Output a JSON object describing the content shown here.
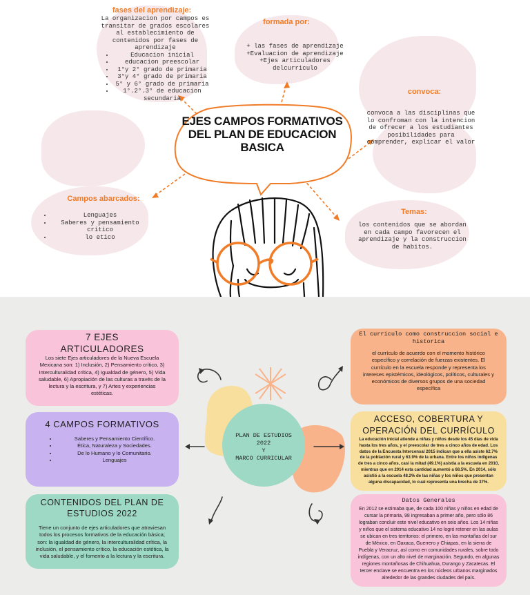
{
  "top": {
    "central_title": "EJES CAMPOS FORMATIVOS DEL PLAN DE EDUCACION BASICA",
    "fases": {
      "title": "fases del aprendizaje:",
      "intro": "La organizacion por campos es transitar de grados escolares al establecimiento de contenidos por fases de aprendizaje",
      "items": [
        "Educacion inicial",
        "educacion preescolar",
        "1°y 2° grado de primaria",
        "3°y 4° grado de primaria",
        "5° y 6° grado de primaria",
        "1°.2°.3° de educacion secundaria"
      ]
    },
    "formada": {
      "title": "formada por:",
      "items": [
        "+ las fases de aprendizaje",
        "+Evaluacion de aprendizaje",
        "+Ejes articuladores delcurriculo"
      ]
    },
    "convoca": {
      "title": "convoca:",
      "text": "convoca a las disciplinas que lo confroman con la intencion de ofrecer a los estudiantes posibilidades para comprender, explicar el valor"
    },
    "campos": {
      "title": "Campos abarcados:",
      "items": [
        "Lenguajes",
        "Saberes y pensamiento critico",
        "lo etico"
      ]
    },
    "temas": {
      "title": "Temas:",
      "text": "los contenidos que se abordan en cada campo favorecen el aprendizaje y la construccion de habitos."
    }
  },
  "bottom": {
    "center": [
      "PLAN DE ESTUDIOS",
      "2022",
      "Y",
      "MARCO CURRICULAR"
    ],
    "ejes": {
      "title": "7 EJES ARTICULADORES",
      "text": "Los siete Ejes articuladores de la Nueva Escuela Mexicana son: 1) Inclusión, 2) Pensamiento crítico, 3) Interculturalidad crítica, 4) Igualdad de género, 5) Vida saludable, 6) Apropiación de las culturas a través de la lectura y la escritura, y 7) Artes y experiencias estéticas."
    },
    "campos": {
      "title": "4 CAMPOS FORMATIVOS",
      "items": [
        "Saberes y Pensamiento Científico.",
        "Ética, Naturaleza y Sociedades.",
        "De lo Humano y lo Comunitario.",
        "Lenguajes"
      ]
    },
    "contenidos": {
      "title": "CONTENIDOS DEL PLAN DE ESTUDIOS 2022",
      "text": "Tiene un conjunto de ejes articuladores que atraviesan todos los procesos formativos de la educación básica; son: la igualdad de género, la interculturalidad crítica, la inclusión, el pensamiento crítico, la educación estética, la vida saludable, y el fomento a la lectura y la escritura."
    },
    "curriculo": {
      "title": "El curriculo como construccion social e historica",
      "text": "el currículo de acuerdo con el momento histórico específico y correlación de fuerzas existentes. El currículo en la escuela responde y representa los intereses epistémicos, ideológicos, políticos, culturales y económicos de diversos grupos de una sociedad específica"
    },
    "acceso": {
      "title": "ACCESO, COBERTURA Y OPERACIÓN DEL CURRÍCULO",
      "text": "La educación inicial atiende a niñas y niños desde los 45 días de vida hasta los tres años, y el preescolar de tres a cinco años de edad. Los datos de la Encuesta Intercensal 2015 indican que a ella asiste 62.7% de la población rural y 63.9% de la urbana. Entre los niños indígenas de tres a cinco años, casi la mitad (49.1%) asistía a la escuela en 2010, mientras que en 2014 esta cantidad aumentó a 68.5%. En 2014, sólo asistió a la escuela 48.2% de las niñas y los niños que presentan alguna discapacidad, lo cual representa una brecha de 37%."
    },
    "datos": {
      "title": "Datos Generales",
      "text": "En 2012 se estimaba que, de cada 100 niñas y niños en edad de cursar la primaria, 98 ingresaban a primer año, pero sólo 86 lograban concluir este nivel educativo en seis años. Los 14 niñas y niños que el sistema educativo 14 no logró retener en las aulas se ubican en tres territorios: el primero, en las montañas del sur de México, en Oaxaca, Guerrero y Chiapas, en la sierra de Puebla y Veracruz, así como en comunidades rurales, sobre todo indígenas, con un alto nivel de marginación. Segundo, en algunas regiones montañosas de Chihuahua, Durango y Zacatecas. El tercer enclave se encuentra en los núcleos urbanos marginados alrededor de las grandes ciudades del país."
    }
  },
  "colors": {
    "orange": "#f07c28",
    "blob_pink": "#f6e7ea",
    "card_pink": "#f9c3d9",
    "card_purple": "#c8b3f0",
    "card_teal": "#9ed9c6",
    "card_orange": "#f8b38a",
    "card_yellow": "#f8df9e",
    "circle_teal": "#9ed9c6"
  }
}
